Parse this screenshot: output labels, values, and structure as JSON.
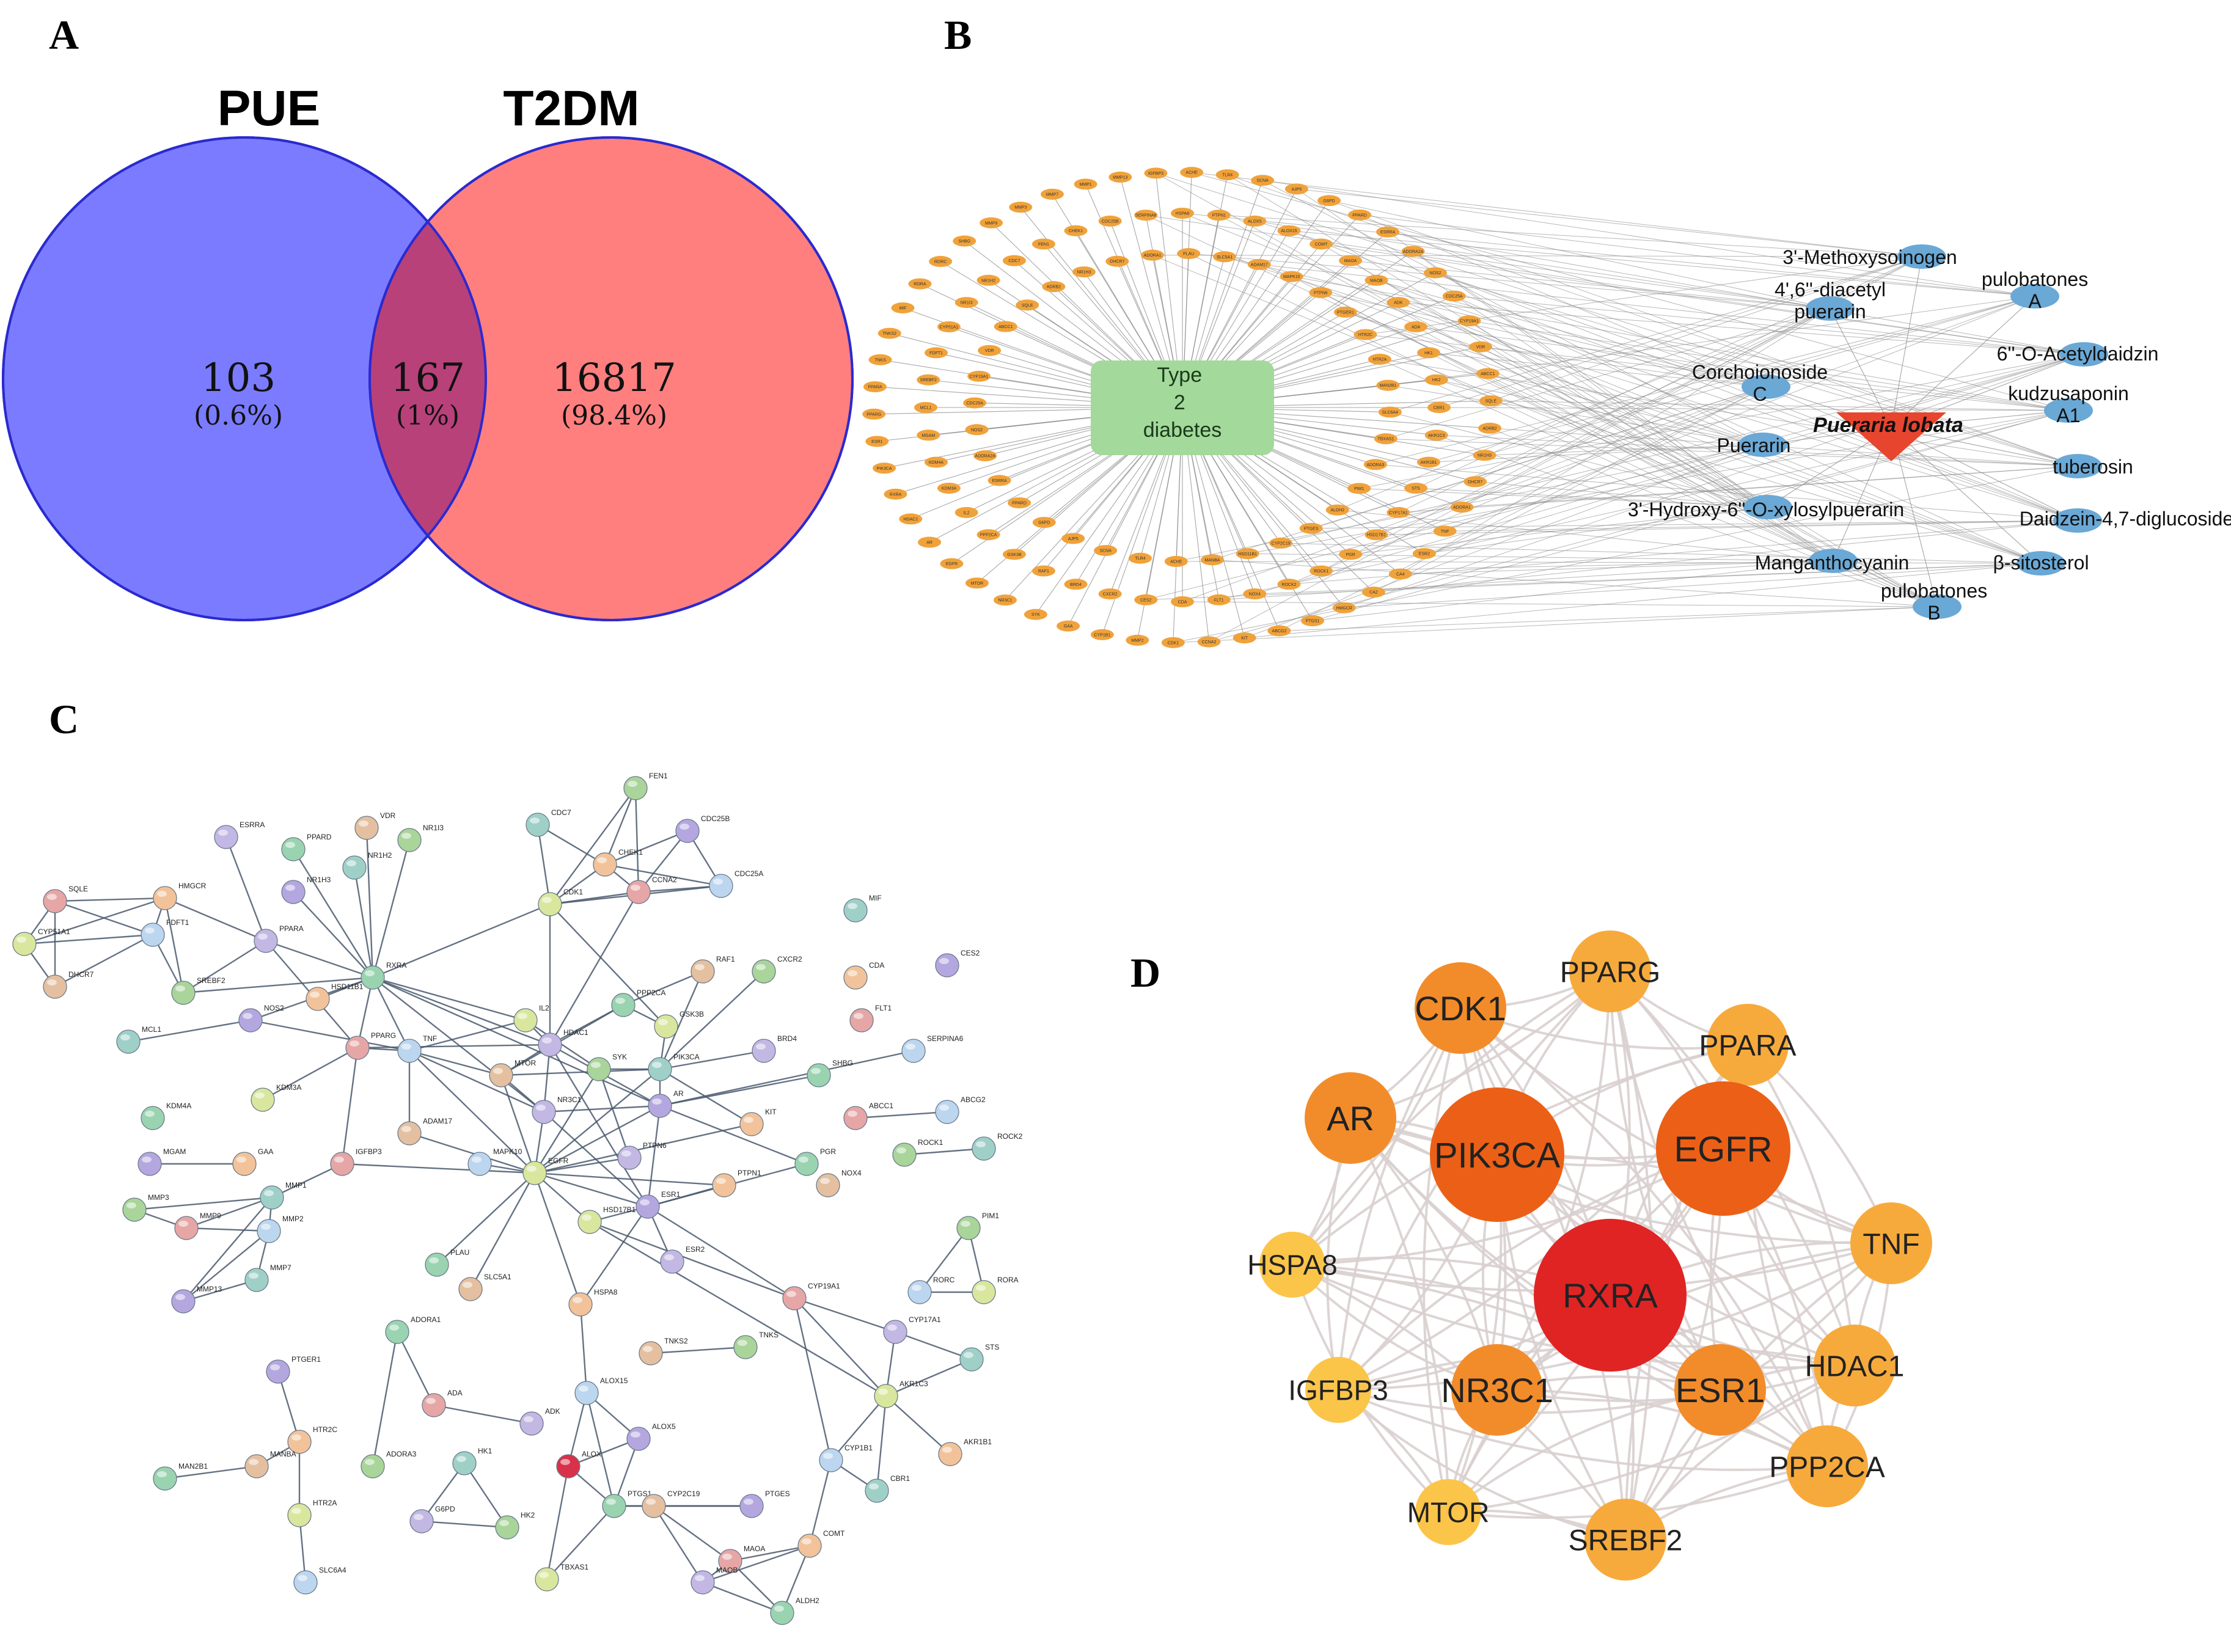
{
  "panel_letters": {
    "a": "A",
    "b": "B",
    "c": "C",
    "d": "D"
  },
  "venn": {
    "left_title": "PUE",
    "right_title": "T2DM",
    "left_count": "103",
    "left_pct": "(0.6%)",
    "overlap_count": "167",
    "overlap_pct": "(1%)",
    "right_count": "16817",
    "right_pct": "(98.4%)",
    "colors": {
      "left": "#7b7bff",
      "right": "#ff7f7f",
      "overlap": "#b8417a",
      "stroke": "#2a2acf"
    }
  },
  "network_b": {
    "hub_label": "Type\n2\ndiabetes",
    "herb_label": "Pueraria lobata",
    "hub_color": "#a3d99a",
    "target_color": "#f0a23a",
    "compound_color": "#6aa8d6",
    "herb_color": "#e8452f",
    "compounds": [
      "3'-Methoxysoinogen",
      "pulobatones\nA",
      "4',6''-diacetyl\npuerarin",
      "6''-O-Acetyldaidzin",
      "Corchoionoside\nC",
      "kudzusaponin\nA1",
      "Puerarin",
      "tuberosin",
      "3'-Hydroxy-6''-O-xylosylpuerarin",
      "Daidzein-4,7-diglucoside",
      "Manganthocyanin",
      "β-sitosterol",
      "pulobatones\nB"
    ],
    "targets": [
      "ACHE",
      "TLR4",
      "SCNA",
      "AJP5",
      "G6PD",
      "PPARD",
      "ESRRA",
      "ADORA2A",
      "NOS2",
      "CDC25A",
      "CYP19A1",
      "VDR",
      "ABCC1",
      "SQLE",
      "ADRB2",
      "NR1H3",
      "DHCR7",
      "ADORA1",
      "TNF",
      "ESR2",
      "CA4",
      "CA2",
      "HMGCR",
      "PTGS1",
      "ABCG2",
      "KIT",
      "CCNA2",
      "CDK1",
      "MMP2",
      "CYP1B1",
      "GAA",
      "SYK",
      "NR3C1",
      "MTOR",
      "EGFR",
      "AR",
      "HDAC1",
      "RXRA",
      "PIK3CA",
      "ESR1",
      "PPARG",
      "PPARA",
      "TNKS",
      "TNKS2",
      "MIF",
      "RORA",
      "RORC",
      "SHBG",
      "MMP9",
      "MMP3",
      "MMP7",
      "MMP1",
      "MMP13",
      "IGFBP3",
      "HSPA8",
      "PTPN1",
      "ALOX5",
      "ALOX15",
      "COMT",
      "MAOA",
      "MAOB",
      "ADK",
      "ADA",
      "HK1",
      "HK2",
      "CBR1",
      "AKR1C3",
      "AKR1B1",
      "STS",
      "CYP17A1",
      "HSD17B1",
      "PGR",
      "ROCK1",
      "ROCK2",
      "NOX4",
      "FLT1",
      "CDA",
      "CES2",
      "CXCR2",
      "BRD4",
      "RAF1",
      "GSK3B",
      "PPP2CA",
      "IL2",
      "KDM3A",
      "KDM4A",
      "MGAM",
      "MCL1",
      "SREBF2",
      "FDFT1",
      "CYP51A1",
      "NR1I3",
      "NR1H2",
      "CDC7",
      "FEN1",
      "CHEK1",
      "CDC25B",
      "SERPINA6",
      "PLAU",
      "SLC5A1",
      "ADAM17",
      "MAPK10",
      "PTPN6",
      "PTGER1",
      "HTR2C",
      "HTR2A",
      "MAN2B1",
      "SLC6A4",
      "TBXAS1",
      "ADORA3",
      "PIM1",
      "ALDH2",
      "PTGES",
      "CYP2C19",
      "HSD11B1",
      "MANBA"
    ]
  },
  "network_c": {
    "nodes": [
      {
        "id": "FEN1"
      },
      {
        "id": "CDC7"
      },
      {
        "id": "CDC25B"
      },
      {
        "id": "CHEK1"
      },
      {
        "id": "CCNA2"
      },
      {
        "id": "CDC25A"
      },
      {
        "id": "CDK1"
      },
      {
        "id": "ESRRA"
      },
      {
        "id": "PPARD"
      },
      {
        "id": "VDR"
      },
      {
        "id": "NR1I3"
      },
      {
        "id": "NR1H2"
      },
      {
        "id": "NR1H3"
      },
      {
        "id": "HMGCR"
      },
      {
        "id": "SQLE"
      },
      {
        "id": "FDFT1"
      },
      {
        "id": "CYP51A1"
      },
      {
        "id": "PPARA"
      },
      {
        "id": "RXRA"
      },
      {
        "id": "DHCR7"
      },
      {
        "id": "SREBF2"
      },
      {
        "id": "MCL1"
      },
      {
        "id": "NOS2"
      },
      {
        "id": "HSD11B1"
      },
      {
        "id": "PPARG"
      },
      {
        "id": "TNF"
      },
      {
        "id": "IL2"
      },
      {
        "id": "HDAC1"
      },
      {
        "id": "PPP2CA"
      },
      {
        "id": "RAF1"
      },
      {
        "id": "CXCR2"
      },
      {
        "id": "MIF"
      },
      {
        "id": "CES2"
      },
      {
        "id": "CDA"
      },
      {
        "id": "FLT1"
      },
      {
        "id": "SERPINA6"
      },
      {
        "id": "GSK3B"
      },
      {
        "id": "BRD4"
      },
      {
        "id": "SHBG"
      },
      {
        "id": "MTOR"
      },
      {
        "id": "SYK"
      },
      {
        "id": "PIK3CA"
      },
      {
        "id": "AR"
      },
      {
        "id": "KIT"
      },
      {
        "id": "ABCC1"
      },
      {
        "id": "ABCG2"
      },
      {
        "id": "KDM3A"
      },
      {
        "id": "NR3C1"
      },
      {
        "id": "KDM4A"
      },
      {
        "id": "ADAM17"
      },
      {
        "id": "ROCK1"
      },
      {
        "id": "ROCK2"
      },
      {
        "id": "MGAM"
      },
      {
        "id": "GAA"
      },
      {
        "id": "IGFBP3"
      },
      {
        "id": "MAPK10"
      },
      {
        "id": "EGFR"
      },
      {
        "id": "PTPN6"
      },
      {
        "id": "PGR"
      },
      {
        "id": "NOX4"
      },
      {
        "id": "MMP3"
      },
      {
        "id": "MMP1"
      },
      {
        "id": "ESR1"
      },
      {
        "id": "PTPN1"
      },
      {
        "id": "MMP9"
      },
      {
        "id": "MMP2"
      },
      {
        "id": "HSD17B1"
      },
      {
        "id": "ESR2"
      },
      {
        "id": "PLAU"
      },
      {
        "id": "SLC5A1"
      },
      {
        "id": "PIM1"
      },
      {
        "id": "MMP7"
      },
      {
        "id": "MMP13"
      },
      {
        "id": "HSPA8"
      },
      {
        "id": "CYP19A1"
      },
      {
        "id": "RORC"
      },
      {
        "id": "RORA"
      },
      {
        "id": "CYP17A1"
      },
      {
        "id": "ADORA1"
      },
      {
        "id": "TNKS2"
      },
      {
        "id": "TNKS"
      },
      {
        "id": "STS"
      },
      {
        "id": "PTGER1"
      },
      {
        "id": "HTR2C"
      },
      {
        "id": "ADA"
      },
      {
        "id": "ALOX15"
      },
      {
        "id": "AKR1C3"
      },
      {
        "id": "ADK"
      },
      {
        "id": "MAN2B1"
      },
      {
        "id": "MANBA"
      },
      {
        "id": "ADORA3"
      },
      {
        "id": "HK1"
      },
      {
        "id": "ALOX5"
      },
      {
        "id": "AKR1B1"
      },
      {
        "id": "ALOX"
      },
      {
        "id": "CYP1B1"
      },
      {
        "id": "HTR2A"
      },
      {
        "id": "G6PD"
      },
      {
        "id": "PTGS1"
      },
      {
        "id": "CYP2C19"
      },
      {
        "id": "HK2"
      },
      {
        "id": "CBR1"
      },
      {
        "id": "PTGES"
      },
      {
        "id": "COMT"
      },
      {
        "id": "MAOA"
      },
      {
        "id": "SLC6A4"
      },
      {
        "id": "TBXAS1"
      },
      {
        "id": "MAOB"
      },
      {
        "id": "ALDH2"
      }
    ]
  },
  "network_d": {
    "nodes": [
      {
        "id": "PPARG",
        "score": "low"
      },
      {
        "id": "CDK1",
        "score": "mid"
      },
      {
        "id": "PPARA",
        "score": "low"
      },
      {
        "id": "AR",
        "score": "mid"
      },
      {
        "id": "PIK3CA",
        "score": "high"
      },
      {
        "id": "EGFR",
        "score": "high"
      },
      {
        "id": "HSPA8",
        "score": "lowest"
      },
      {
        "id": "TNF",
        "score": "low"
      },
      {
        "id": "RXRA",
        "score": "top"
      },
      {
        "id": "IGFBP3",
        "score": "lowest"
      },
      {
        "id": "NR3C1",
        "score": "mid"
      },
      {
        "id": "ESR1",
        "score": "mid"
      },
      {
        "id": "HDAC1",
        "score": "low"
      },
      {
        "id": "PPP2CA",
        "score": "low"
      },
      {
        "id": "MTOR",
        "score": "lowest"
      },
      {
        "id": "SREBF2",
        "score": "low"
      }
    ],
    "colors": {
      "top": "#e02424",
      "high": "#eb6016",
      "mid": "#f28c2a",
      "low": "#f7aa3c",
      "lowest": "#fbc54a",
      "edge": "#d9cfcf"
    }
  }
}
